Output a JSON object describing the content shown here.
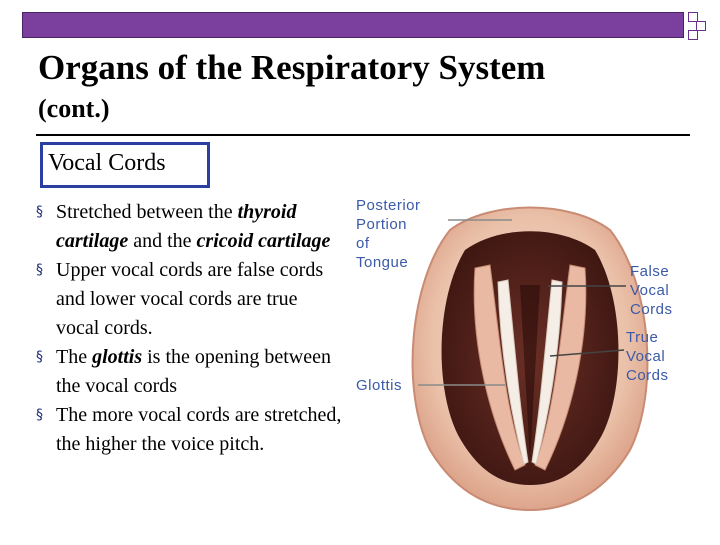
{
  "slide": {
    "title": "Organs of the Respiratory System",
    "subtitle": "(cont.)",
    "section_label": "Vocal Cords",
    "bullets": [
      {
        "parts": [
          "Stretched between the ",
          "thyroid cartilage",
          " and the ",
          "cricoid cartilage",
          ""
        ]
      },
      {
        "text": "Upper vocal cords are false cords and lower vocal cords are true vocal cords."
      },
      {
        "parts": [
          "The ",
          "glottis",
          " is the opening between the vocal cords"
        ]
      },
      {
        "text": "The more vocal cords are stretched, the higher the voice pitch."
      }
    ],
    "bullet_marker": "§"
  },
  "figure": {
    "labels": {
      "posterior_1": "Posterior",
      "posterior_2": "Portion",
      "posterior_3": "of",
      "posterior_4": "Tongue",
      "glottis": "Glottis",
      "false_1": "False",
      "false_2": "Vocal",
      "false_3": "Cords",
      "true_1": "True",
      "true_2": "Vocal",
      "true_3": "Cords"
    },
    "colors": {
      "label": "#3a5aa8",
      "accent_bar": "#7b3f9e",
      "tab_border": "#2a3fa0"
    }
  }
}
